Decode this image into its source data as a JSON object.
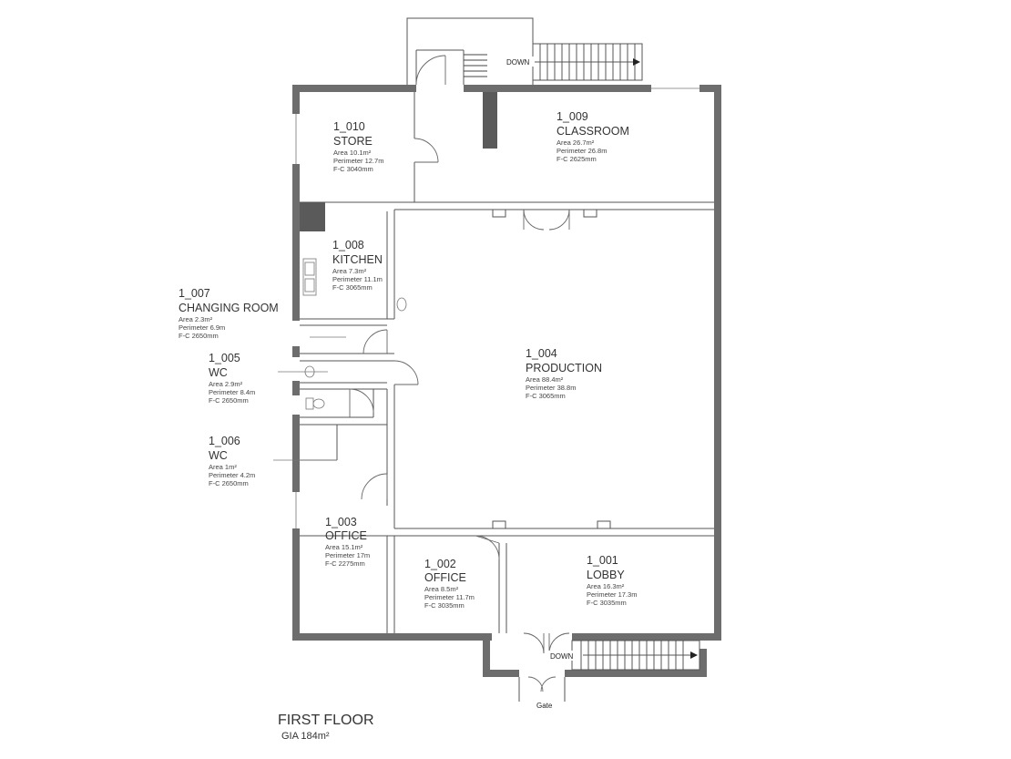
{
  "plan": {
    "title": "FIRST FLOOR",
    "gia": "GIA 184m²",
    "stairs_top_label": "DOWN",
    "stairs_bottom_label": "DOWN",
    "gate_label": "Gate"
  },
  "rooms": {
    "r1010": {
      "id": "1_010",
      "name": "STORE",
      "area": "Area 10.1m²",
      "perimeter": "Perimeter 12.7m",
      "fc": "F-C 3040mm"
    },
    "r1009": {
      "id": "1_009",
      "name": "CLASSROOM",
      "area": "Area 26.7m²",
      "perimeter": "Perimeter 26.8m",
      "fc": "F-C 2625mm"
    },
    "r1008": {
      "id": "1_008",
      "name": "KITCHEN",
      "area": "Area 7.3m²",
      "perimeter": "Perimeter 11.1m",
      "fc": "F-C 3065mm"
    },
    "r1007": {
      "id": "1_007",
      "name": "CHANGING ROOM",
      "area": "Area 2.3m²",
      "perimeter": "Perimeter 6.9m",
      "fc": "F-C 2650mm"
    },
    "r1005": {
      "id": "1_005",
      "name": "WC",
      "area": "Area 2.9m²",
      "perimeter": "Perimeter 8.4m",
      "fc": "F-C 2650mm"
    },
    "r1006": {
      "id": "1_006",
      "name": "WC",
      "area": "Area 1m²",
      "perimeter": "Perimeter 4.2m",
      "fc": "F-C 2650mm"
    },
    "r1004": {
      "id": "1_004",
      "name": "PRODUCTION",
      "area": "Area 88.4m²",
      "perimeter": "Perimeter 38.8m",
      "fc": "F-C 3065mm"
    },
    "r1003": {
      "id": "1_003",
      "name": "OFFICE",
      "area": "Area 15.1m²",
      "perimeter": "Perimeter 17m",
      "fc": "F-C 2275mm"
    },
    "r1002": {
      "id": "1_002",
      "name": "OFFICE",
      "area": "Area 8.5m²",
      "perimeter": "Perimeter 11.7m",
      "fc": "F-C 3035mm"
    },
    "r1001": {
      "id": "1_001",
      "name": "LOBBY",
      "area": "Area 16.3m²",
      "perimeter": "Perimeter 17.3m",
      "fc": "F-C 3035mm"
    }
  }
}
